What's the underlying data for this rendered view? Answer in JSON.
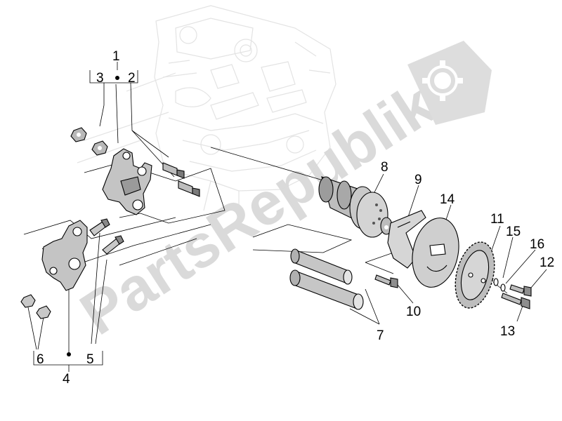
{
  "diagram": {
    "watermark": {
      "text": "PartsRepublik",
      "icon": "gear-icon",
      "color": "#d9d9d9"
    },
    "callouts": [
      {
        "id": "1",
        "label": "1"
      },
      {
        "id": "2",
        "label": "2"
      },
      {
        "id": "3",
        "label": "3"
      },
      {
        "id": "4",
        "label": "4"
      },
      {
        "id": "5",
        "label": "5"
      },
      {
        "id": "6",
        "label": "6"
      },
      {
        "id": "7",
        "label": "7"
      },
      {
        "id": "8",
        "label": "8"
      },
      {
        "id": "9",
        "label": "9"
      },
      {
        "id": "10",
        "label": "10"
      },
      {
        "id": "11",
        "label": "11"
      },
      {
        "id": "12",
        "label": "12"
      },
      {
        "id": "13",
        "label": "13"
      },
      {
        "id": "14",
        "label": "14"
      },
      {
        "id": "15",
        "label": "15"
      },
      {
        "id": "16",
        "label": "16"
      }
    ]
  }
}
